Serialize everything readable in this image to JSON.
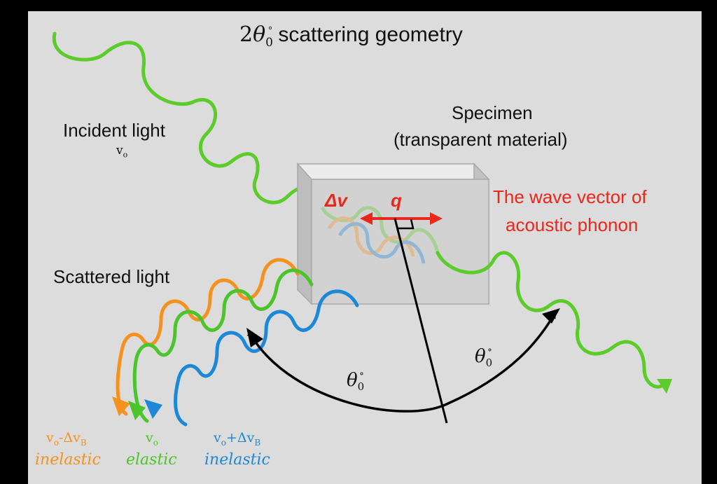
{
  "title": {
    "prefix": "2",
    "symbol": "θ",
    "sub": "0",
    "sup": "°",
    "rest": " scattering geometry"
  },
  "incident": {
    "label": "Incident light",
    "freq": "v",
    "freq_sub": "o"
  },
  "specimen": {
    "line1": "Specimen",
    "line2": "(transparent material)"
  },
  "phonon": {
    "line1": "The wave vector of",
    "line2": "acoustic phonon",
    "q": "q",
    "dv": "Δv"
  },
  "scattered": {
    "label": "Scattered light"
  },
  "angle": {
    "symbol": "θ",
    "sub": "0",
    "sup": "°"
  },
  "components": [
    {
      "freq": "v",
      "freq_sub": "o",
      "op": "-Δv",
      "op_sub": "B",
      "type": "inelastic",
      "color": "#f5921e"
    },
    {
      "freq": "v",
      "freq_sub": "o",
      "op": "",
      "op_sub": "",
      "type": "elastic",
      "color": "#4cc42c"
    },
    {
      "freq": "v",
      "freq_sub": "o",
      "op": "+Δv",
      "op_sub": "B",
      "type": "inelastic",
      "color": "#1e88d8"
    }
  ],
  "colors": {
    "background": "#dcdcdc",
    "incident": "#5ccc2a",
    "phonon": "#e8281c",
    "arc": "#000000",
    "specimen": "#d2d2d2"
  }
}
